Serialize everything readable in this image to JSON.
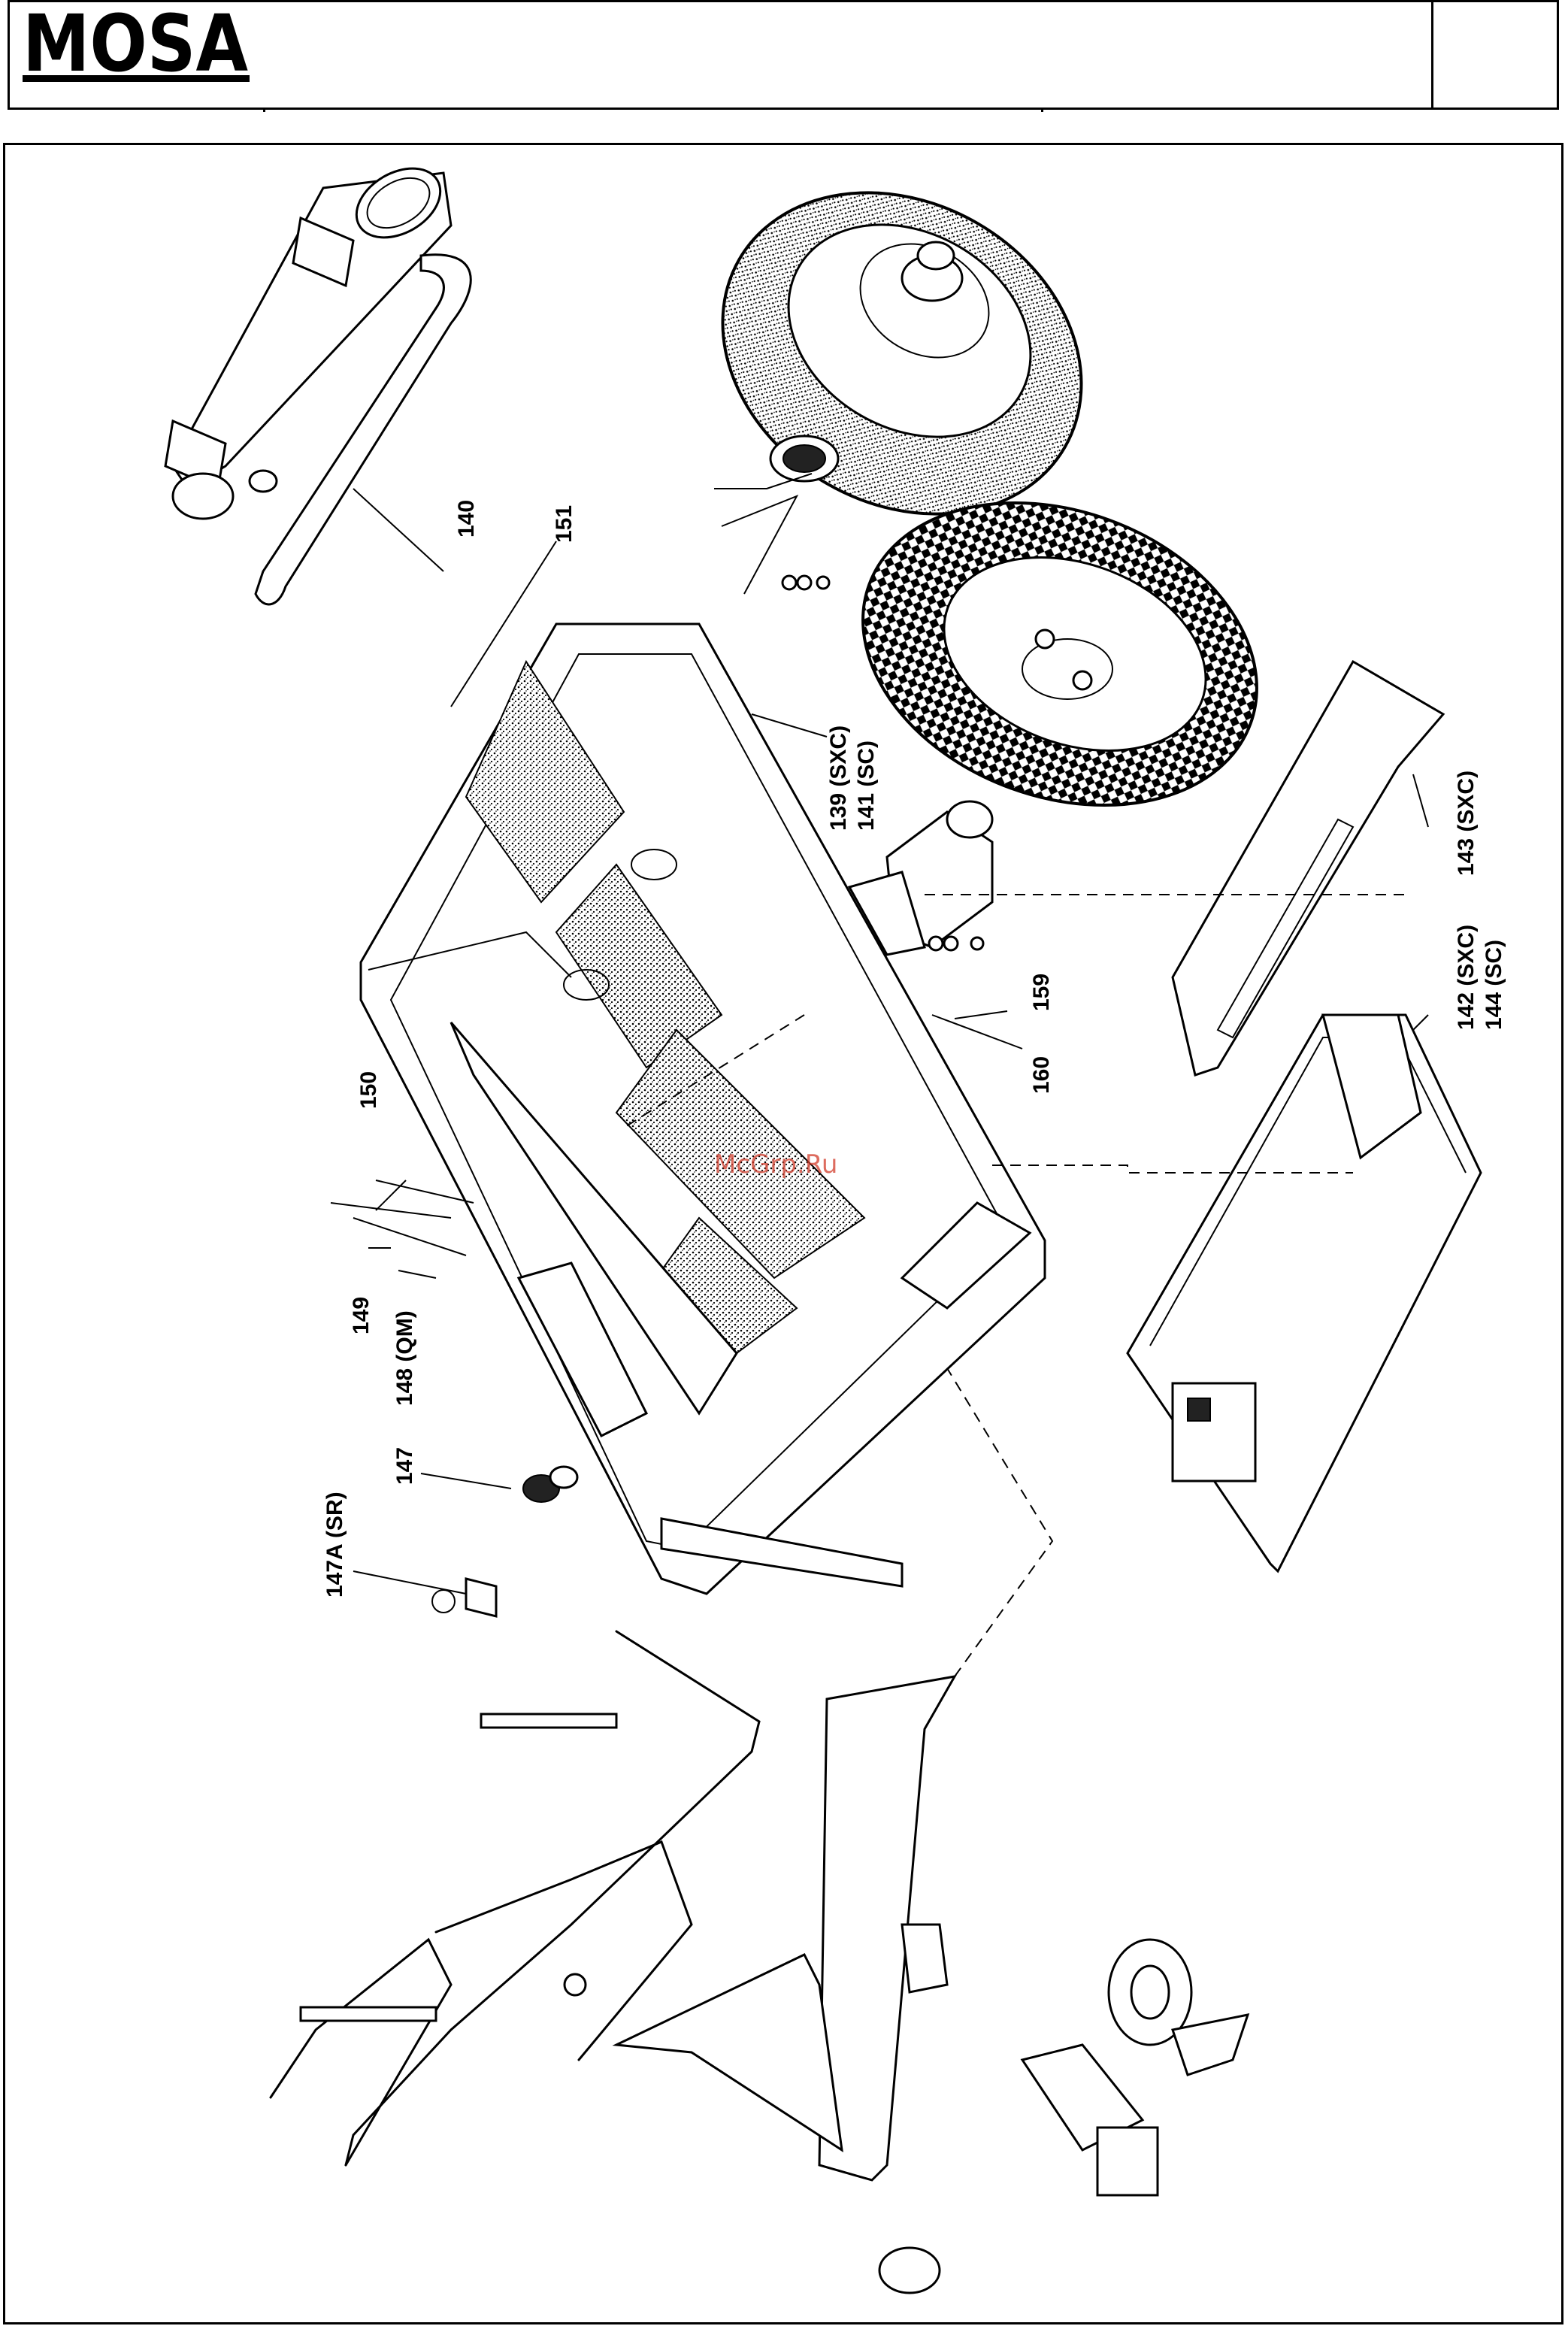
{
  "header": {
    "logo_text": "MOSA"
  },
  "watermark": "McGrp.Ru",
  "callouts": [
    {
      "id": "c140",
      "text": "140"
    },
    {
      "id": "c151",
      "text": "151"
    },
    {
      "id": "c139",
      "text": "139 (SXC)"
    },
    {
      "id": "c141",
      "text": "141 (SC)"
    },
    {
      "id": "c143",
      "text": "143 (SXC)"
    },
    {
      "id": "c142",
      "text": "142 (SXC)"
    },
    {
      "id": "c144",
      "text": "144 (SC)"
    },
    {
      "id": "c159",
      "text": "159"
    },
    {
      "id": "c160",
      "text": "160"
    },
    {
      "id": "c150",
      "text": "150"
    },
    {
      "id": "c149",
      "text": "149"
    },
    {
      "id": "c148",
      "text": "148 (QM)"
    },
    {
      "id": "c147",
      "text": "147"
    },
    {
      "id": "c147a",
      "text": "147A (SR)"
    }
  ]
}
